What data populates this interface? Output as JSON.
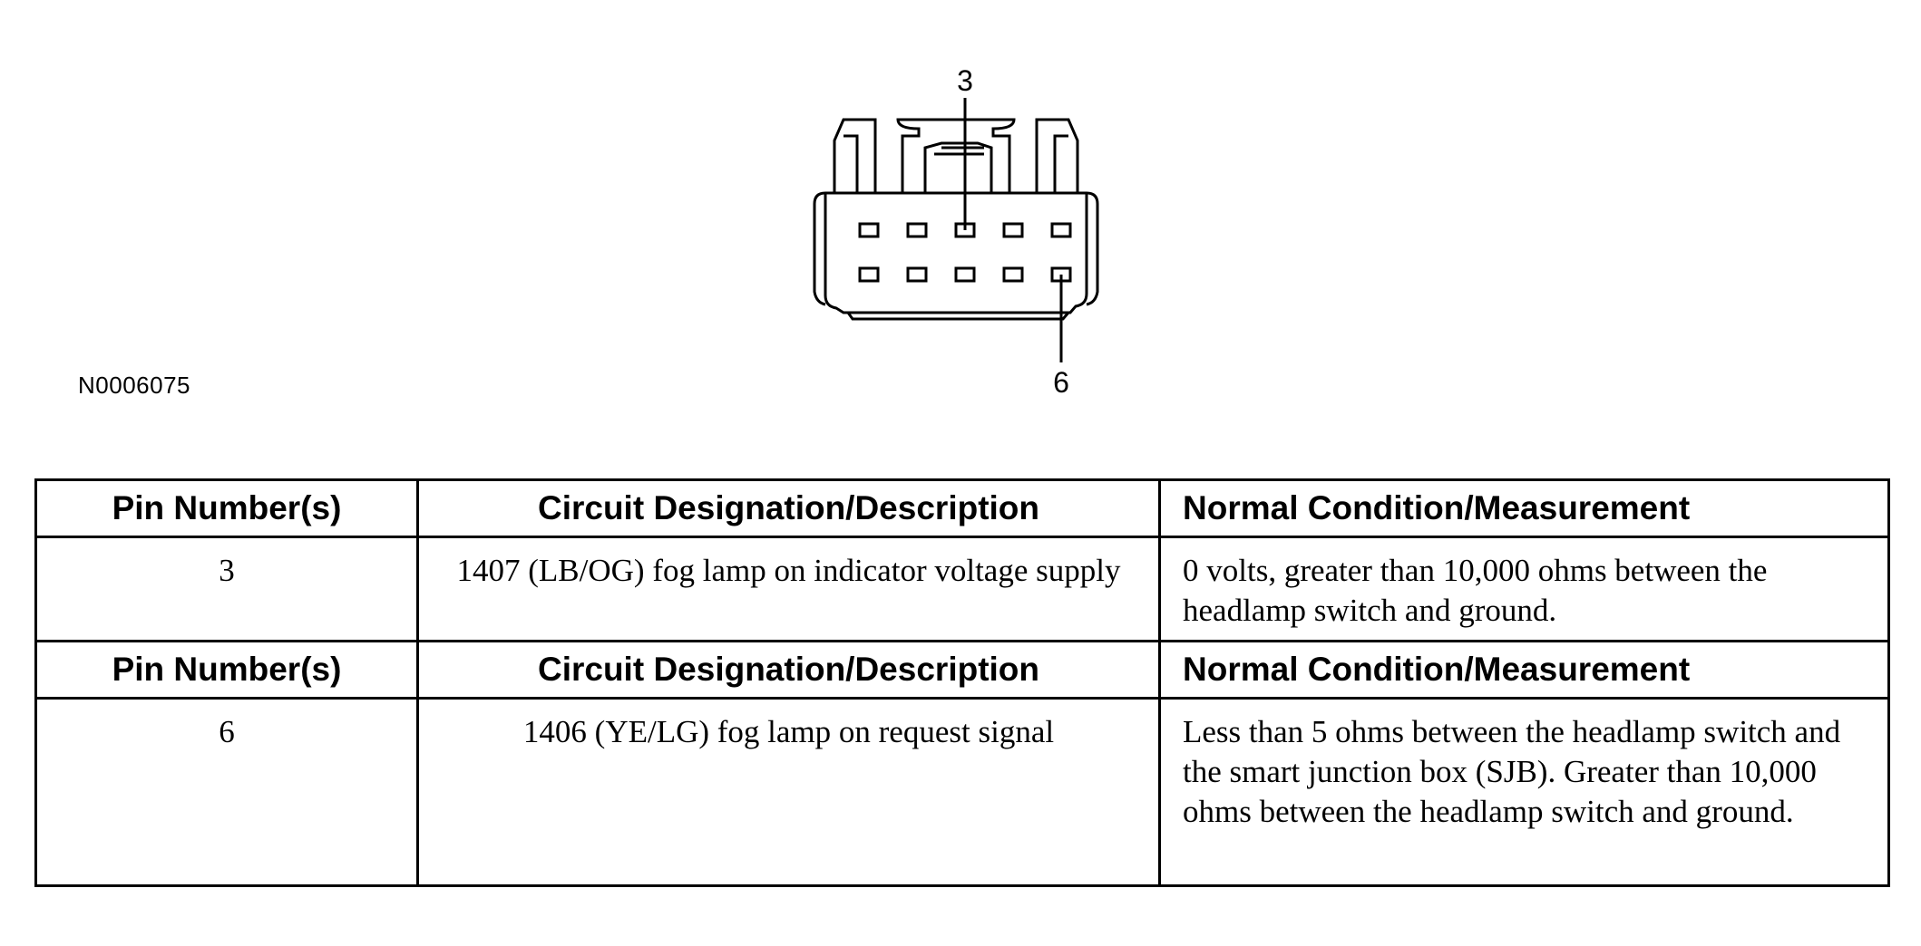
{
  "diagram": {
    "pin_label_top": "3",
    "pin_label_bottom": "6",
    "figure_id": "N0006075"
  },
  "table": {
    "sections": [
      {
        "headers": [
          "Pin Number(s)",
          "Circuit Designation/Description",
          "Normal Condition/Measurement"
        ],
        "pin": "3",
        "circuit": "1407 (LB/OG) fog lamp on indicator voltage supply",
        "measurement": "0 volts, greater than 10,000 ohms between the headlamp switch and ground."
      },
      {
        "headers": [
          "Pin Number(s)",
          "Circuit Designation/Description",
          "Normal Condition/Measurement"
        ],
        "pin": "6",
        "circuit": "1406 (YE/LG) fog lamp on request signal",
        "measurement": "Less than 5 ohms between the headlamp switch and the smart junction box (SJB). Greater than 10,000 ohms between the headlamp switch and ground."
      }
    ]
  }
}
